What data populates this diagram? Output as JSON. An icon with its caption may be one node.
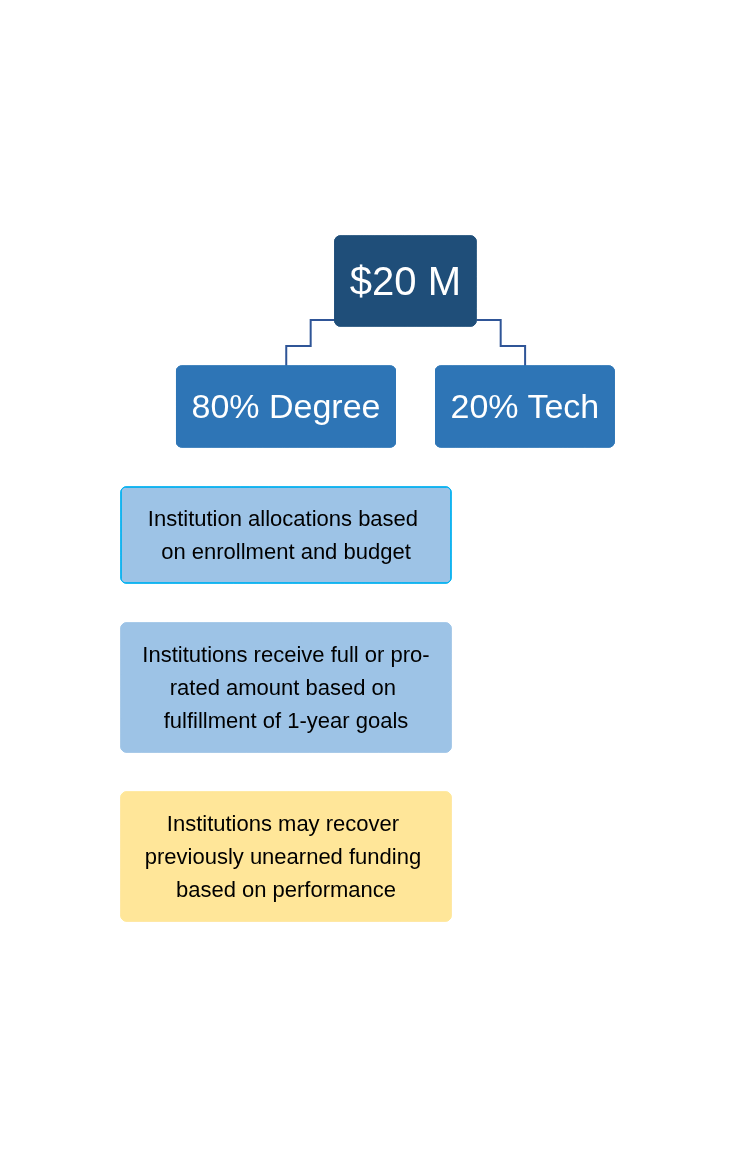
{
  "diagram": {
    "nodes": [
      {
        "text": [
          "$20 M"
        ]
      },
      {
        "text": [
          "80% Degree"
        ]
      },
      {
        "text": [
          "20% Tech"
        ]
      },
      {
        "text": [
          "Institution allocations based on enrollment and budget"
        ]
      },
      {
        "text": [
          "Institutions receive full or pro-rated amount based on fulfillment of 1-year goals"
        ]
      },
      {
        "text": [
          "Institutions may recover previously unearned funding based on performance"
        ]
      }
    ],
    "edges": [
      {
        "from": 0,
        "to": 1,
        "arrow": "none"
      },
      {
        "from": 0,
        "to": 2,
        "arrow": "none"
      }
    ]
  }
}
